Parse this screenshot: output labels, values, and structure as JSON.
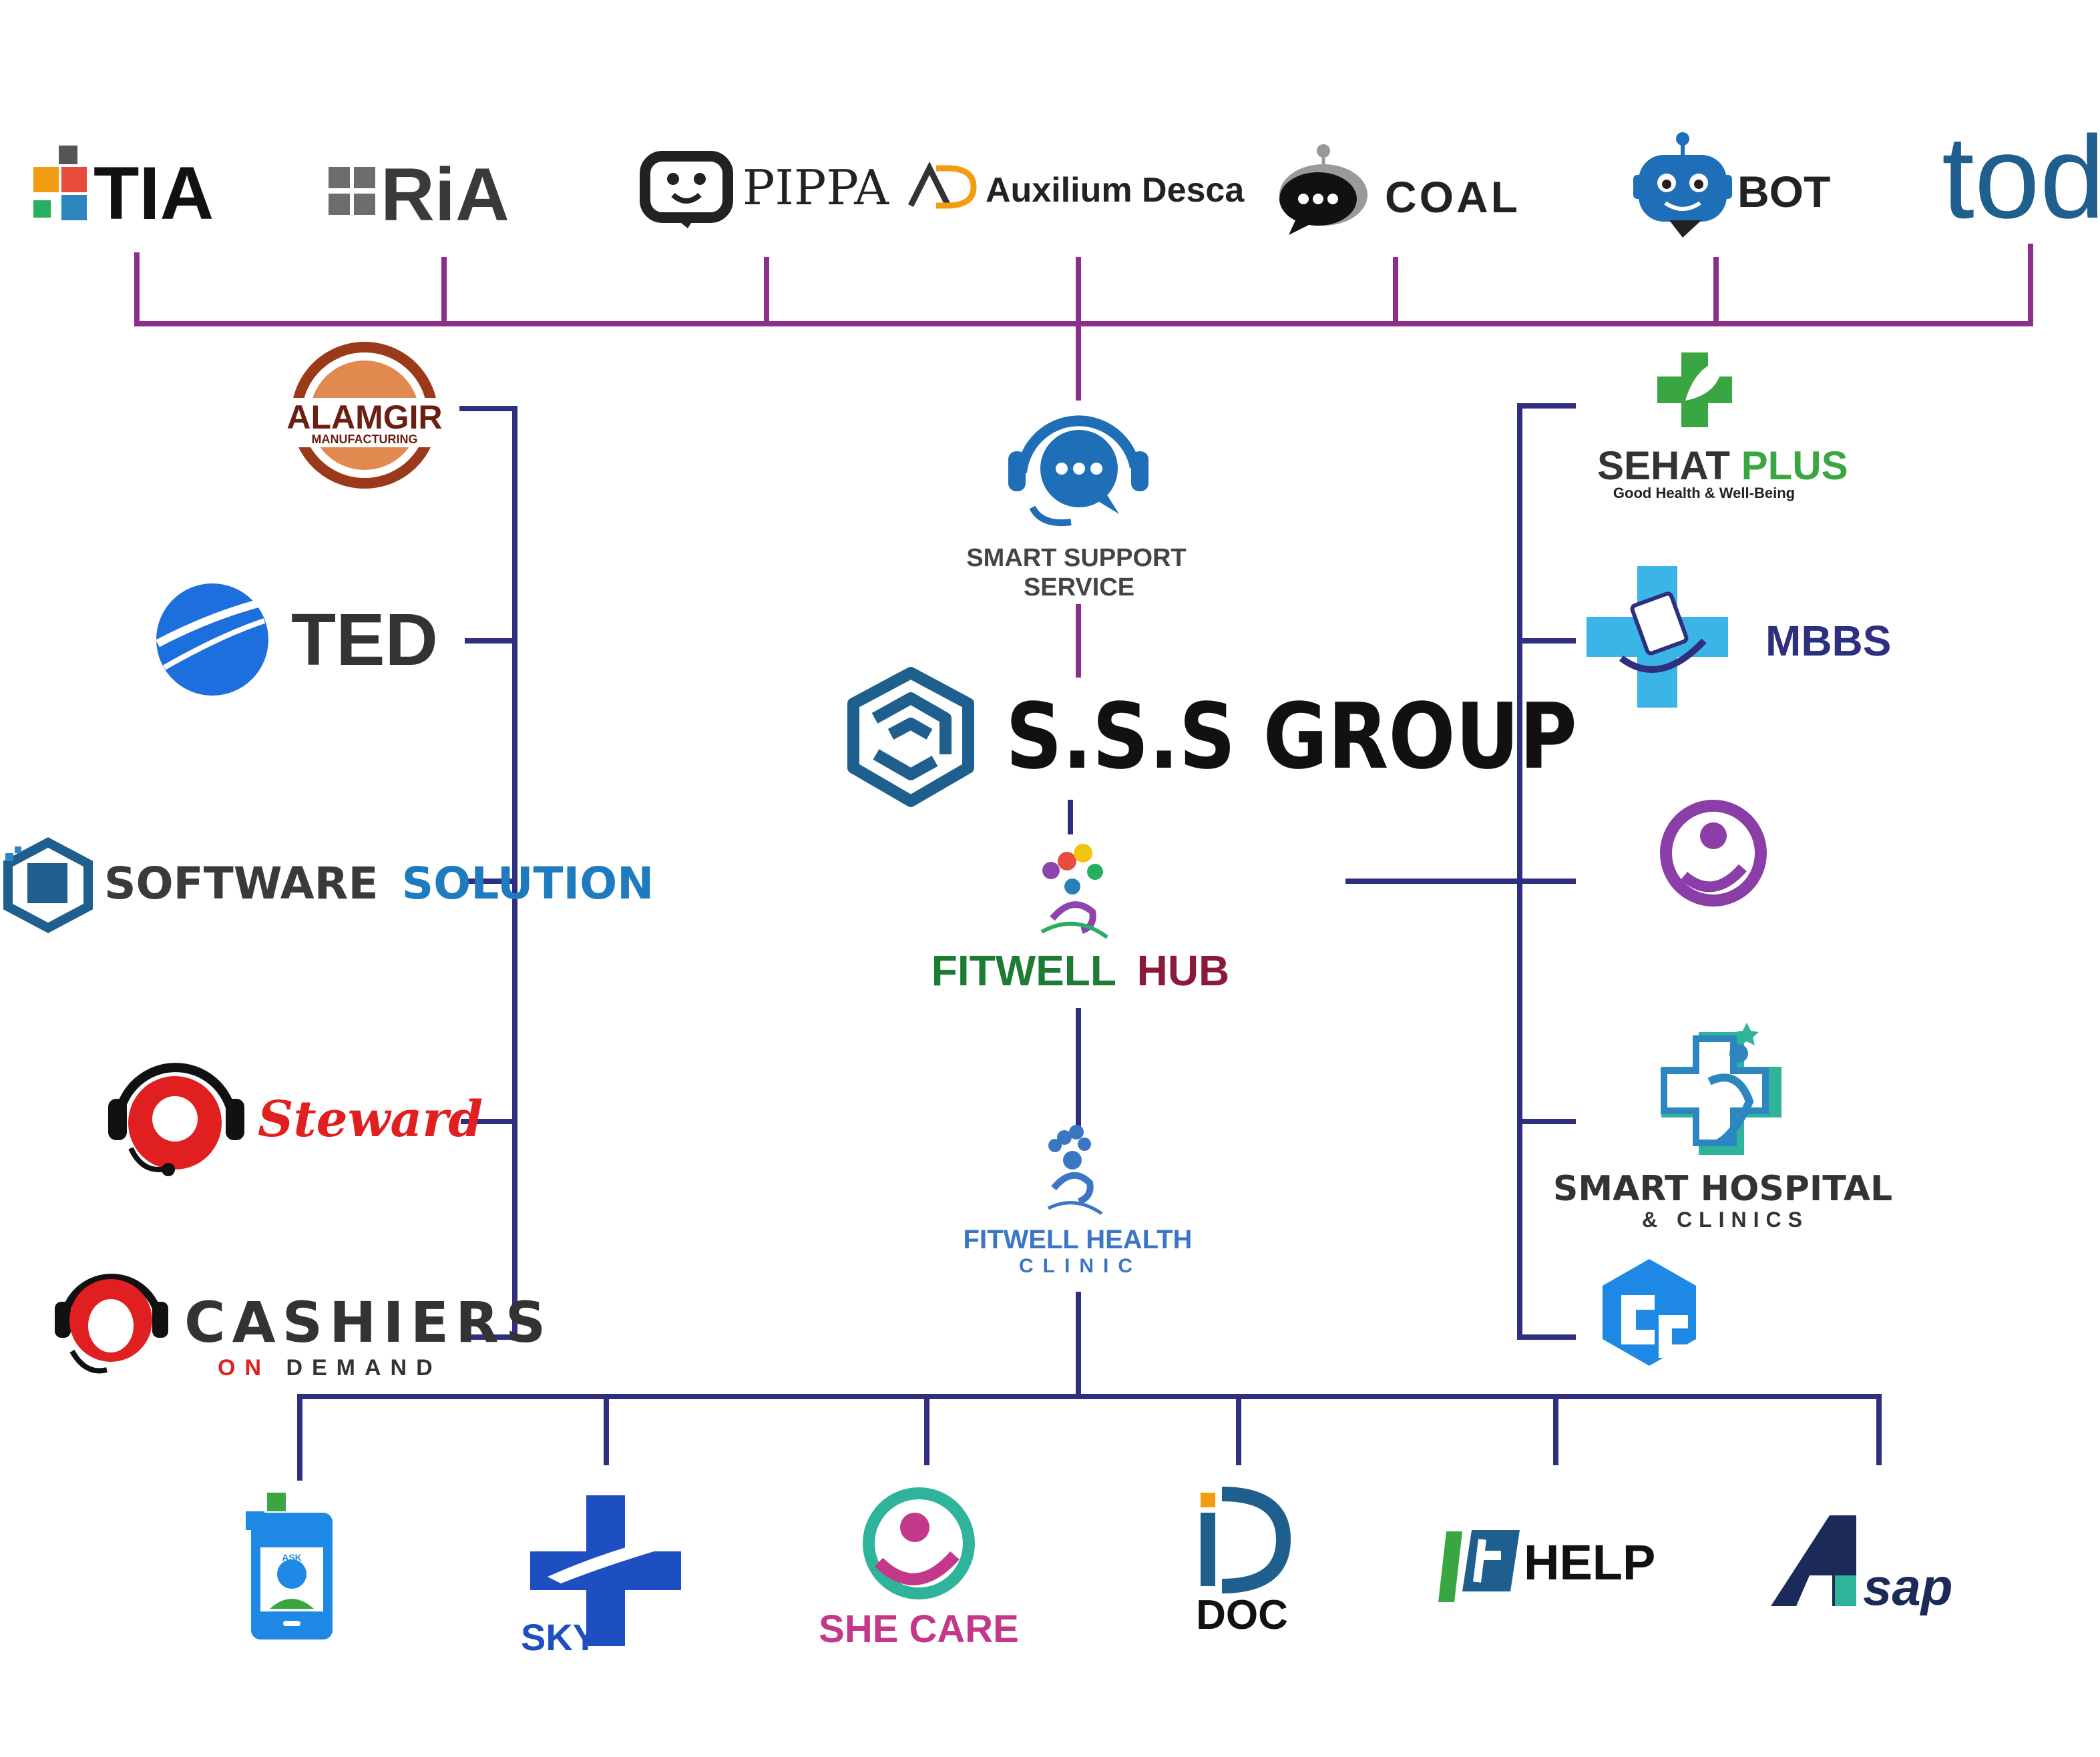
{
  "colors": {
    "top_connector": "#8b2f8b",
    "group_connector": "#2e2f7f",
    "background": "#ffffff"
  },
  "top_row": {
    "tia": "TIA",
    "ria": "RiA",
    "pippa": "PIPPA",
    "auxilium": "Auxilium Desca",
    "coal": "COAL",
    "bot": "BOT",
    "tod": "tod"
  },
  "center": {
    "smart_support_line1": "SMART SUPPORT",
    "smart_support_line2": "SERVICE",
    "sss_group": "S.S.S GROUP",
    "fitwell_hub_part1": "FITWELL",
    "fitwell_hub_part2": "HUB",
    "fitwell_clinic_line1": "FITWELL HEALTH",
    "fitwell_clinic_line2": "CLINIC"
  },
  "left_column": {
    "alamgir": "ALAMGIR",
    "alamgir_sub": "MANUFACTURING",
    "ted": "TED",
    "software_part1": "SOFTWARE",
    "software_part2": "SOLUTION",
    "steward": "Steward",
    "cashiers": "CASHIERS",
    "cashiers_on": "ON",
    "cashiers_demand": "DEMAND"
  },
  "right_column": {
    "sehat_part1": "SEHAT",
    "sehat_part2": "PLUS",
    "sehat_tagline": "Good Health & Well-Being",
    "mbbs": "MBBS",
    "smart_hospital_line1": "SMART HOSPITAL",
    "smart_hospital_line2": "& CLINICS"
  },
  "bottom_row": {
    "ask_label": "ASK",
    "sky": "SKY",
    "she_care": "SHE CARE",
    "doc": "DOC",
    "help": "HELP",
    "asap": "sap"
  },
  "icons": {
    "tia": "tia-squares-icon",
    "ria": "ria-squares-icon",
    "pippa": "robot-face-icon",
    "auxilium": "ad-monogram-icon",
    "coal": "chat-bot-icon",
    "bot": "robot-head-icon",
    "smart_support": "headset-chat-icon",
    "sss_group": "hexagon-knot-icon",
    "fitwell_hub": "flower-person-icon",
    "fitwell_clinic": "flower-person-icon",
    "alamgir": "gear-badge-icon",
    "ted": "globe-swoosh-icon",
    "software": "hex-cube-icon",
    "steward": "headset-avatar-icon",
    "cashiers": "headset-avatar-icon",
    "sehat": "medical-cross-leaf-icon",
    "mbbs": "medical-cross-document-icon",
    "she_care_right": "mother-child-icon",
    "smart_hospital": "cross-person-icon",
    "hex_logo": "hexagon-cc-icon",
    "ask": "phone-avatar-icon",
    "sky": "cross-plane-icon",
    "she_care": "mother-child-icon",
    "doc": "d-monogram-icon",
    "help": "h-monogram-icon",
    "asap": "a-monogram-icon"
  }
}
